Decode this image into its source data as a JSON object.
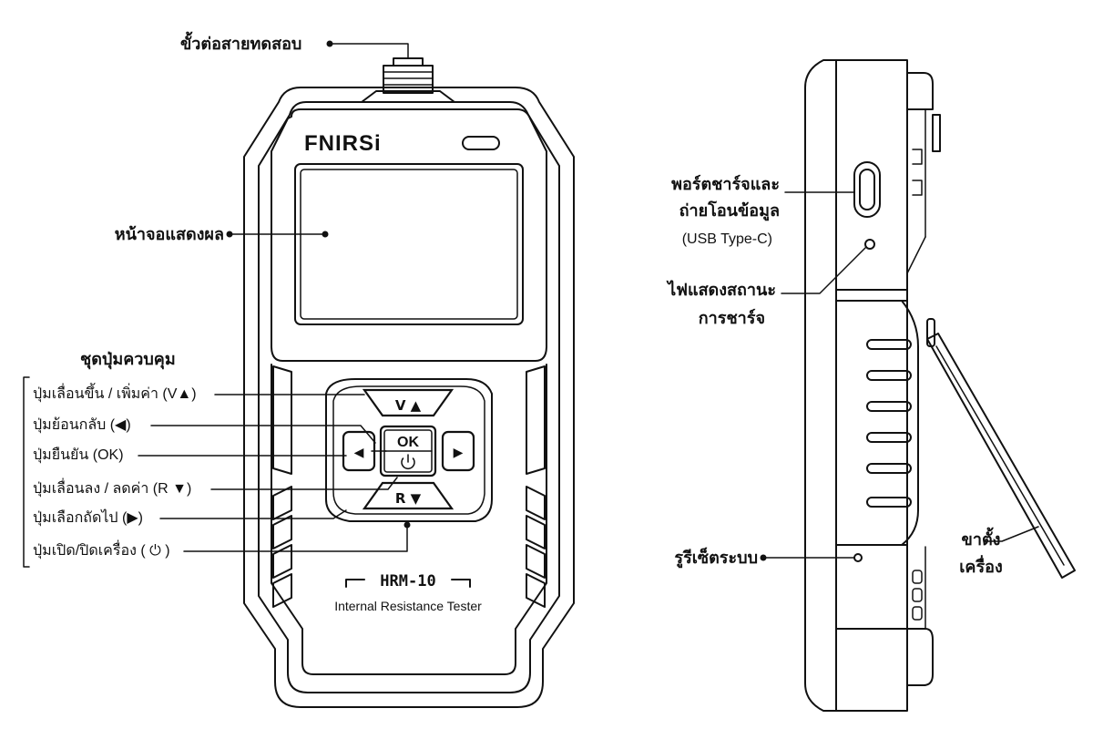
{
  "device": {
    "brand": "FNIRSi",
    "model": "HRM-10",
    "subtitle": "Internal Resistance Tester"
  },
  "buttons": {
    "up": "V ▲",
    "down": "R ▼",
    "ok": "OK",
    "left": "◀",
    "right": "▶",
    "power": "⏻"
  },
  "labels": {
    "test_terminal": "ขั้วต่อสายทดสอบ",
    "display": "หน้าจอแสดงผล",
    "control_group": "ชุดปุ่มควบคุม",
    "btn_up": "ปุ่มเลื่อนขึ้น / เพิ่มค่า (V▲)",
    "btn_back": "ปุ่มย้อนกลับ (◀)",
    "btn_ok": "ปุ่มยืนยัน (OK)",
    "btn_down": "ปุ่มเลื่อนลง / ลดค่า (R ▼)",
    "btn_next": "ปุ่มเลือกถัดไป (▶)",
    "btn_power": "ปุ่มเปิด/ปิดเครื่อง ( ⏻ )",
    "charge_port_line1": "พอร์ตชาร์จและ",
    "charge_port_line2": "ถ่ายโอนข้อมูล",
    "charge_port_line3": "(USB Type-C)",
    "charge_led_line1": "ไฟแสดงสถานะ",
    "charge_led_line2": "การชาร์จ",
    "reset_hole": "รูรีเซ็ตระบบ",
    "stand_line1": "ขาตั้ง",
    "stand_line2": "เครื่อง"
  }
}
